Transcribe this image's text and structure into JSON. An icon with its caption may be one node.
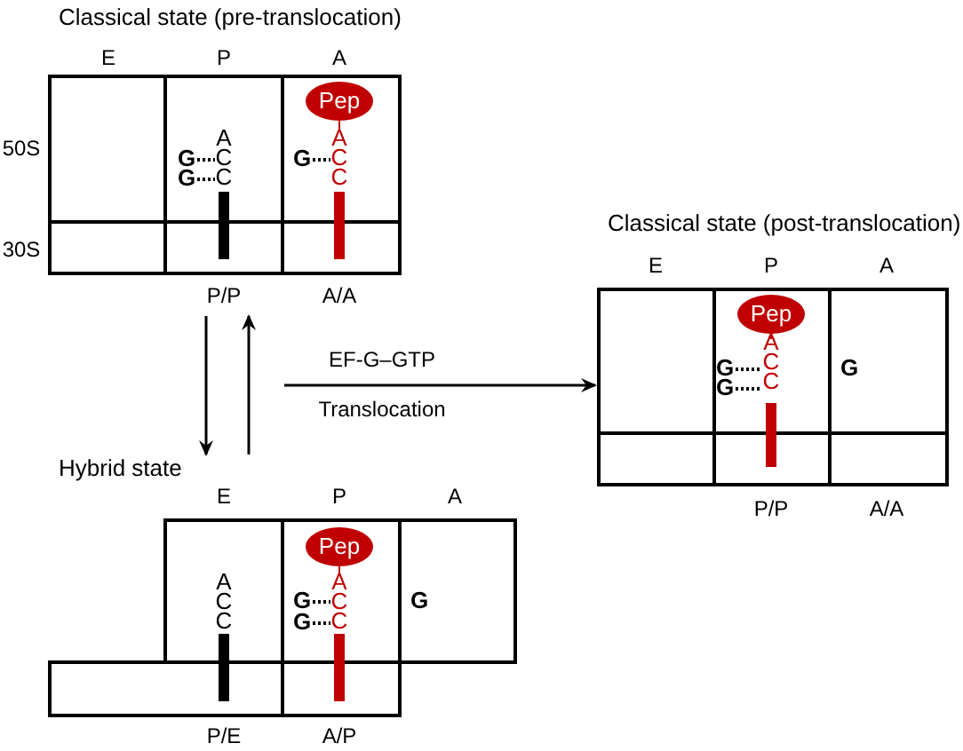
{
  "diagram": {
    "nodes": [
      {
        "text": [
          "Classical state (pre-translocation)"
        ]
      },
      {
        "text": [
          "Pep"
        ],
        "in": 0
      },
      {
        "text": [
          "Classical state (post-translocation)"
        ]
      },
      {
        "text": [
          "Pep"
        ],
        "in": 2
      },
      {
        "text": [
          "Hybrid state"
        ]
      },
      {
        "text": [
          "Pep"
        ],
        "in": 4
      }
    ],
    "edges": [
      {
        "from": 0,
        "to": 4,
        "arrow": "to"
      },
      {
        "from": 4,
        "to": 0,
        "arrow": "to"
      },
      {
        "from": null,
        "to": 2,
        "arrow": "to",
        "label": "EF-G–GTP"
      }
    ],
    "labels": [
      "E",
      "P",
      "A",
      "50S",
      "A C C",
      "G",
      "G",
      "A C C",
      "G",
      "30S",
      "P/P",
      "A/A",
      "Translocation",
      "E",
      "P",
      "A",
      "A C C",
      "G",
      "G",
      "G",
      "P/P",
      "A/A",
      "E",
      "P",
      "A",
      "A C C",
      "A C C",
      "G",
      "G",
      "G",
      "P/E",
      "A/P"
    ]
  }
}
